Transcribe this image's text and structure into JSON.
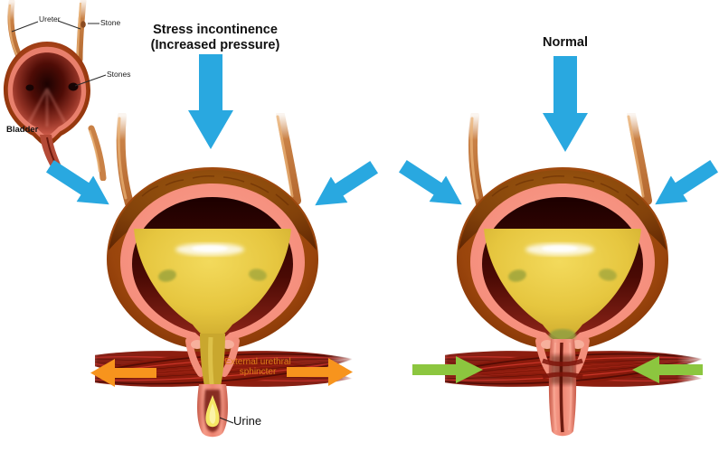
{
  "colors": {
    "background": "#FFFFFF",
    "pressure_arrow": "#29A8E0",
    "outward_arrow": "#F7941D",
    "inward_arrow": "#8CC63F",
    "label_text": "#111111",
    "sphincter_label_text": "#DD7E1A"
  },
  "inset": {
    "ureter_label": "Ureter",
    "stone_label": "Stone",
    "stones_label": "Stones",
    "bladder_label": "Bladder"
  },
  "stress_panel": {
    "title_line1": "Stress incontinence",
    "title_line2": "(Increased pressure)",
    "sphincter_label_line1": "External urethral",
    "sphincter_label_line2": "sphincter",
    "urine_label": "Urine"
  },
  "normal_panel": {
    "title": "Normal"
  }
}
